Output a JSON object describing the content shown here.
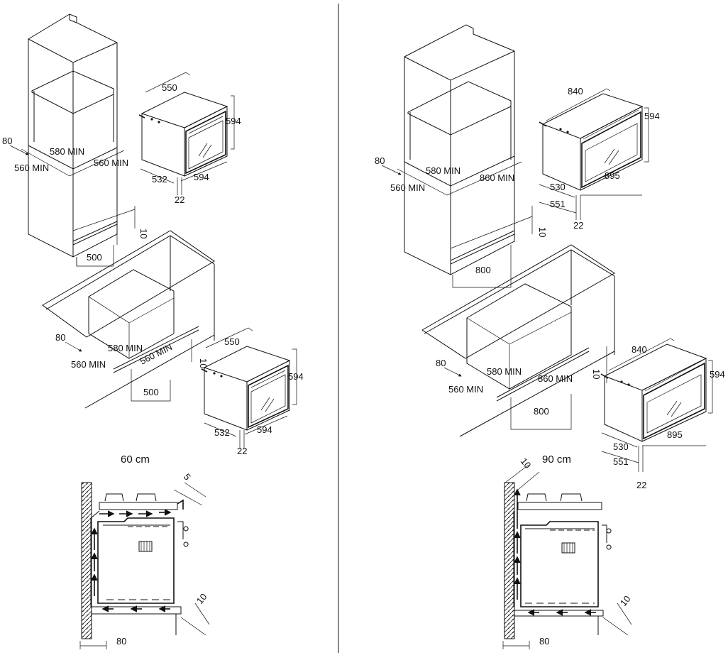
{
  "left": {
    "caption": "60 cm",
    "column_cabinet": {
      "min_height": "580 MIN",
      "min_width": "560 MIN",
      "min_depth": "560 MIN",
      "rear_gap": "80",
      "vent_gap": "10",
      "vent_width": "500"
    },
    "column_oven": {
      "depth": "550",
      "height": "594",
      "width": "594",
      "body_depth": "532",
      "front": "22"
    },
    "undercounter_cabinet": {
      "min_height": "580 MIN",
      "min_width": "560 MIN",
      "min_depth": "560 MIN",
      "rear_gap": "80",
      "vent_gap": "10",
      "vent_width": "500"
    },
    "undercounter_oven": {
      "depth": "550",
      "height": "594",
      "width": "594",
      "body_depth": "532",
      "front": "22"
    },
    "ventilation": {
      "top_gap": "5",
      "bottom_gap": "10",
      "wall_gap": "80"
    }
  },
  "right": {
    "caption": "90 cm",
    "column_cabinet": {
      "min_height": "580 MIN",
      "min_width": "560 MIN",
      "min_depth": "860 MIN",
      "rear_gap": "80",
      "vent_gap": "10",
      "vent_width": "800"
    },
    "column_oven": {
      "depth": "840",
      "height": "594",
      "width": "895",
      "body_depth": "530",
      "total_depth": "551",
      "front": "22"
    },
    "undercounter_cabinet": {
      "min_height": "580 MIN",
      "min_width": "560 MIN",
      "min_depth": "860 MIN",
      "rear_gap": "80",
      "vent_gap": "10",
      "vent_width": "800"
    },
    "undercounter_oven": {
      "depth": "840",
      "height": "594",
      "width": "895",
      "body_depth": "530",
      "total_depth": "551",
      "front": "22"
    },
    "ventilation": {
      "top_gap": "10",
      "bottom_gap": "10",
      "wall_gap": "80"
    }
  }
}
